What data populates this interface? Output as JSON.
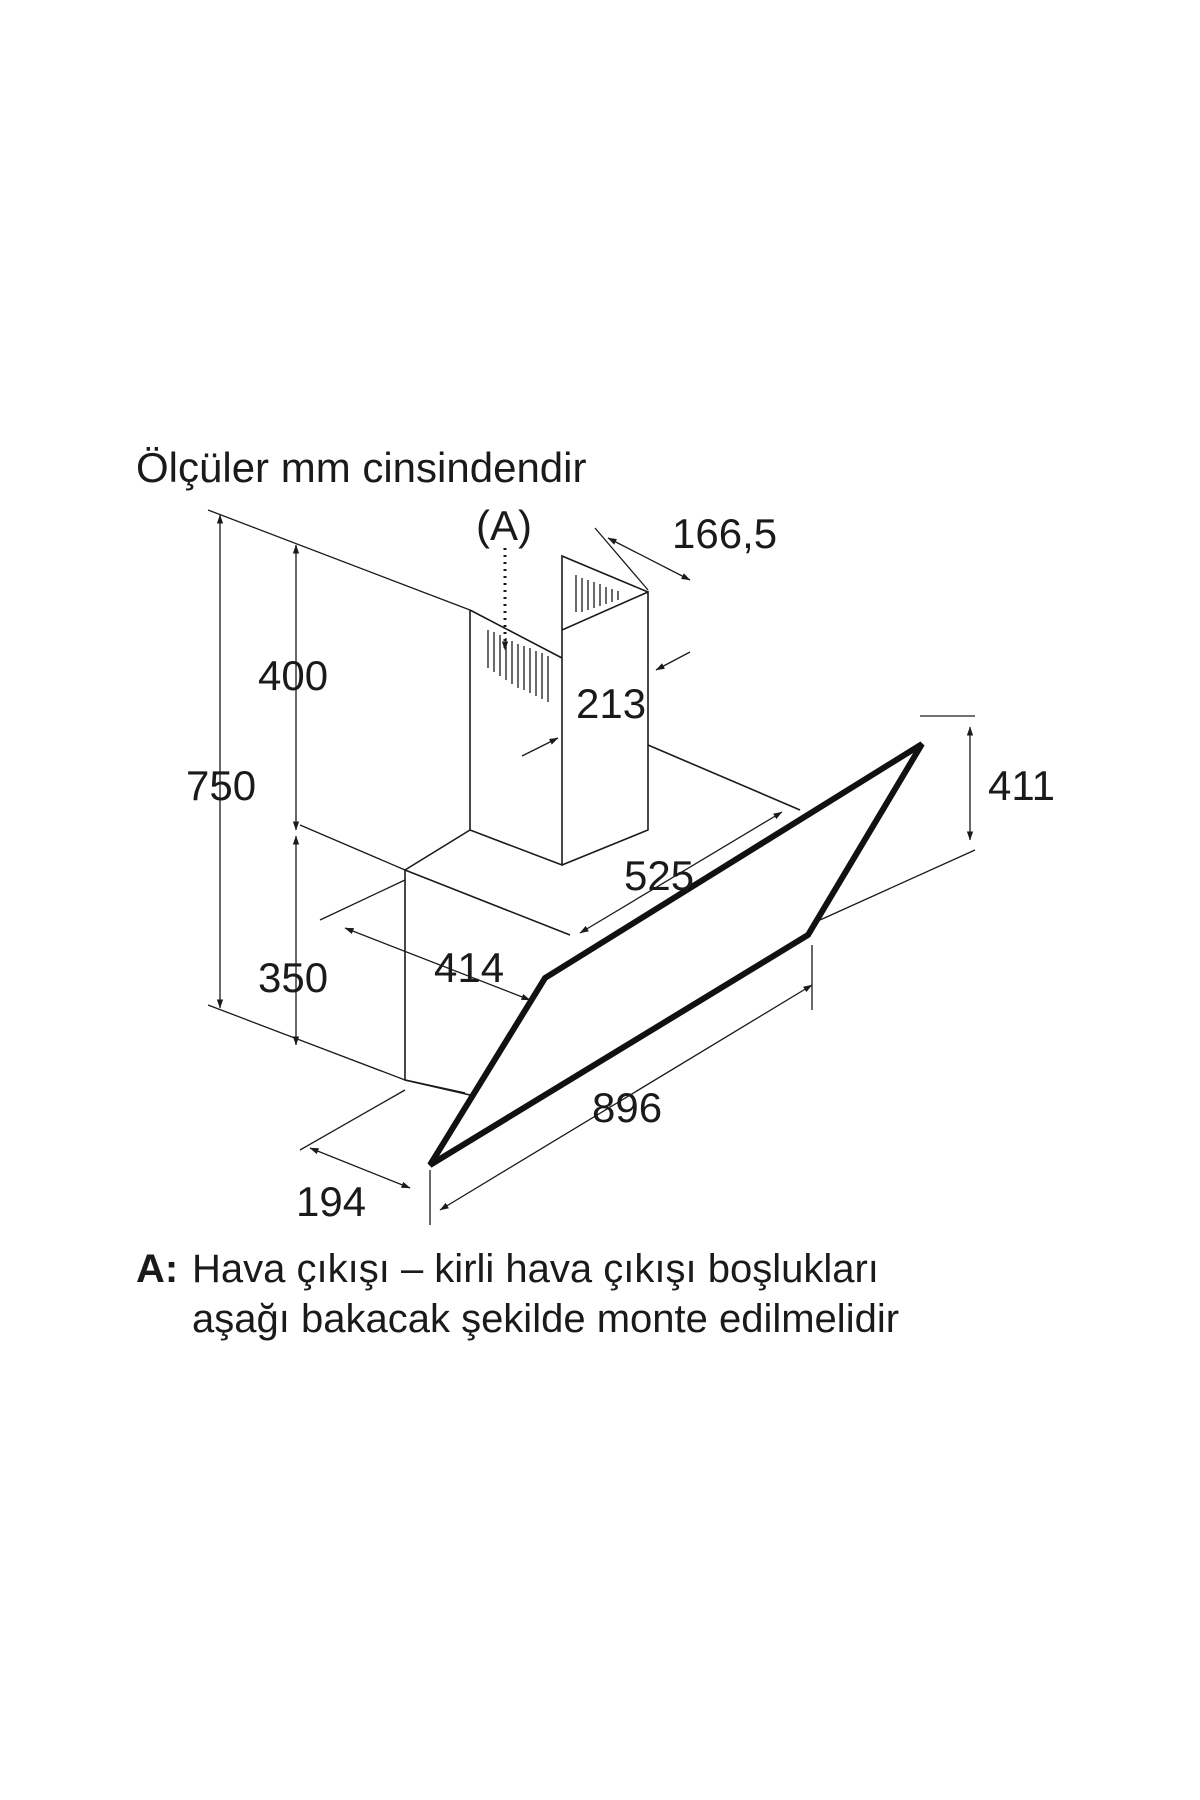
{
  "title": "Ölçüler mm cinsindendir",
  "marker_label": "(A)",
  "dimensions": {
    "total_height": "750",
    "chimney_height": "400",
    "body_height": "350",
    "chimney_width": "166,5",
    "chimney_depth": "213",
    "glass_height": "411",
    "body_width": "525",
    "body_depth": "414",
    "glass_width": "896",
    "front_depth": "194"
  },
  "note": {
    "key": "A:",
    "line1": "Hava çıkışı – kirli hava çıkışı boşlukları",
    "line2": "aşağı bakacak şekilde monte edilmelidir"
  }
}
